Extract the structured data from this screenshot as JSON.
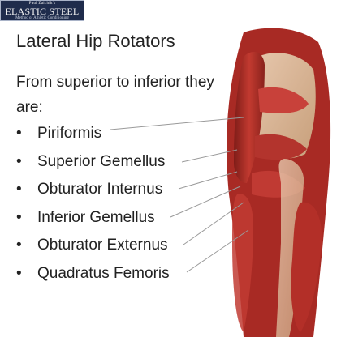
{
  "logo": {
    "top": "Paul Zaichik's",
    "main": "ELASTIC STEEL",
    "sub": "Method of Athletic Conditioning"
  },
  "title": "Lateral Hip Rotators",
  "intro": "From superior to inferior they are:",
  "bullet_symbol": "•",
  "muscles": [
    {
      "label": "Piriformis"
    },
    {
      "label": "Superior Gemellus"
    },
    {
      "label": "Obturator Internus"
    },
    {
      "label": "Inferior Gemellus"
    },
    {
      "label": "Obturator Externus"
    },
    {
      "label": "Quadratus Femoris"
    }
  ],
  "colors": {
    "muscle": "#b5312a",
    "muscle_dark": "#7e1c18",
    "bone": "#e6d3b0",
    "leader_line": "#9a9a9a",
    "logo_bg": "#1f2c4c"
  }
}
